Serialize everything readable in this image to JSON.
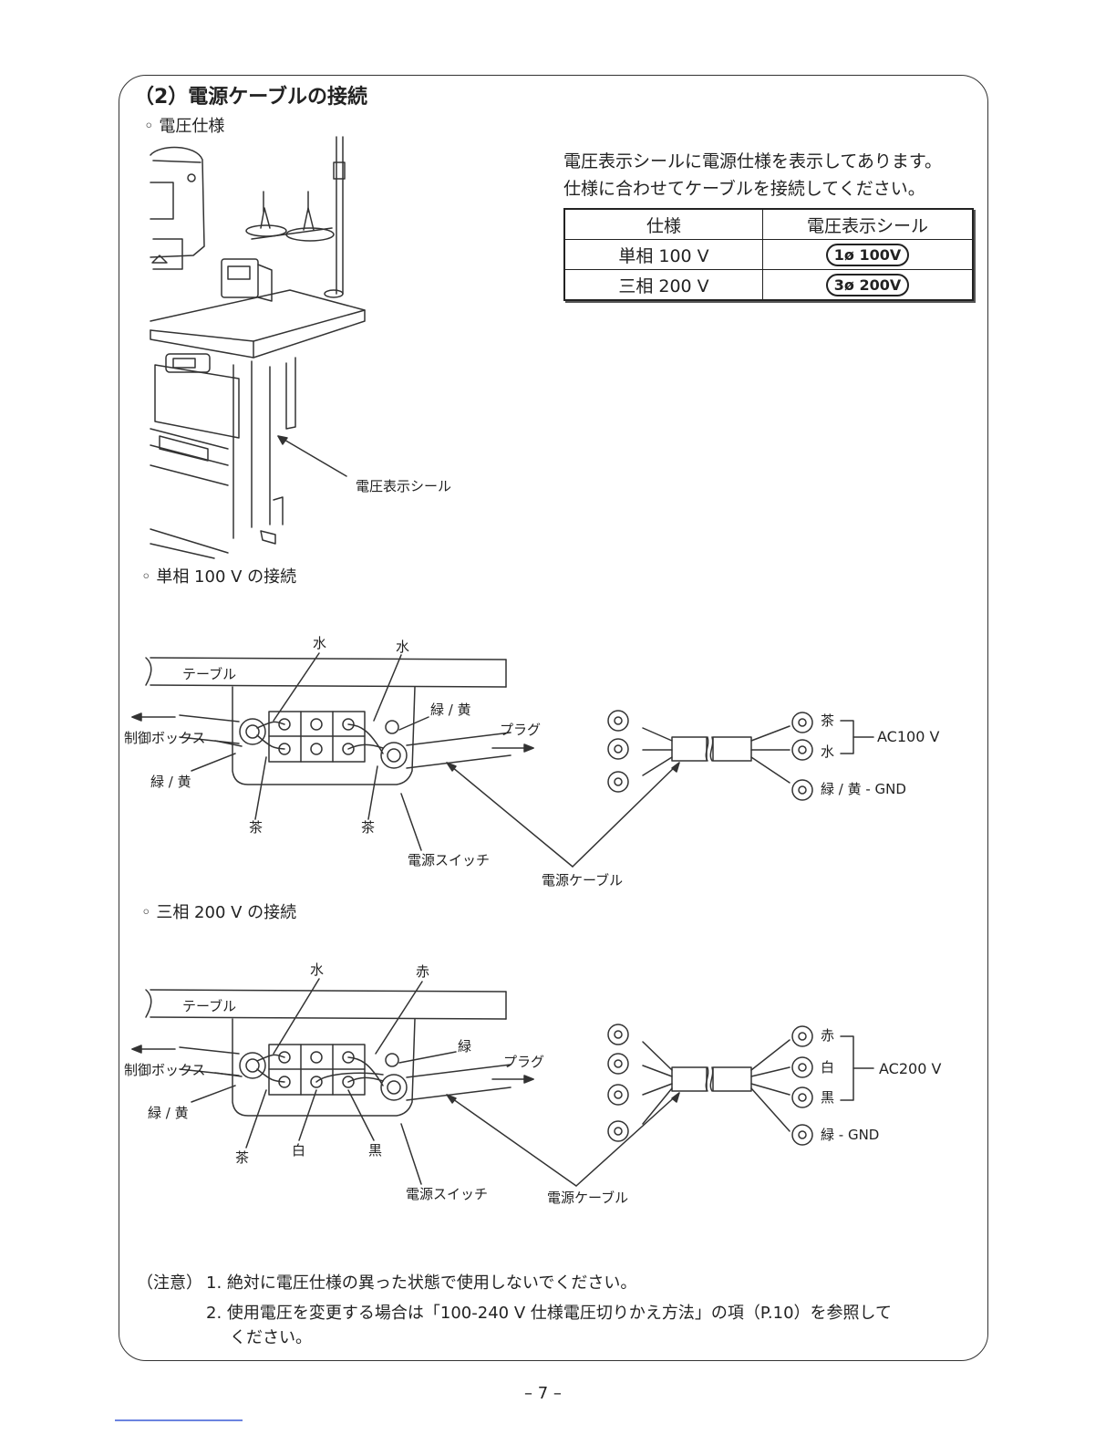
{
  "section_title": "（2）電源ケーブルの接続",
  "voltage_spec_heading": "◦ 電圧仕様",
  "intro_lines": [
    "電圧表示シールに電源仕様を表示してあります。",
    "仕様に合わせてケーブルを接続してください。"
  ],
  "spec_table": {
    "headers": [
      "仕様",
      "電圧表示シール"
    ],
    "rows": [
      {
        "spec": "単相 100 V",
        "seal": "1ø 100V"
      },
      {
        "spec": "三相 200 V",
        "seal": "3ø 200V"
      }
    ]
  },
  "seal_callout": "電圧表示シール",
  "single_phase": {
    "heading": "◦ 単相 100 V の接続",
    "table": "テーブル",
    "control_box": "制御ボックス",
    "green_yellow_left": "緑 / 黄",
    "green_yellow_right": "緑 / 黄",
    "water1": "水",
    "water2": "水",
    "brown1": "茶",
    "brown2": "茶",
    "plug": "プラグ",
    "power_switch": "電源スイッチ",
    "power_cable": "電源ケーブル",
    "cable_brown": "茶",
    "cable_water": "水",
    "cable_gnd": "緑 / 黄 - GND",
    "ac": "AC100 V"
  },
  "three_phase": {
    "heading": "◦ 三相 200 V の接続",
    "table": "テーブル",
    "control_box": "制御ボックス",
    "green_yellow_left": "緑 / 黄",
    "green": "緑",
    "water": "水",
    "red": "赤",
    "brown": "茶",
    "white": "白",
    "black": "黒",
    "plug": "プラグ",
    "power_switch": "電源スイッチ",
    "power_cable": "電源ケーブル",
    "cable_red": "赤",
    "cable_white": "白",
    "cable_black": "黒",
    "cable_gnd": "緑 - GND",
    "ac": "AC200 V"
  },
  "notes": {
    "prefix": "（注意）",
    "item1": "1. 絶対に電圧仕様の異った状態で使用しないでください。",
    "item2_line1": "2. 使用電圧を変更する場合は「100-240 V 仕様電圧切りかえ方法」の項（P.10）を参照して",
    "item2_line2": "ください。"
  },
  "page_number": "– 7 –"
}
